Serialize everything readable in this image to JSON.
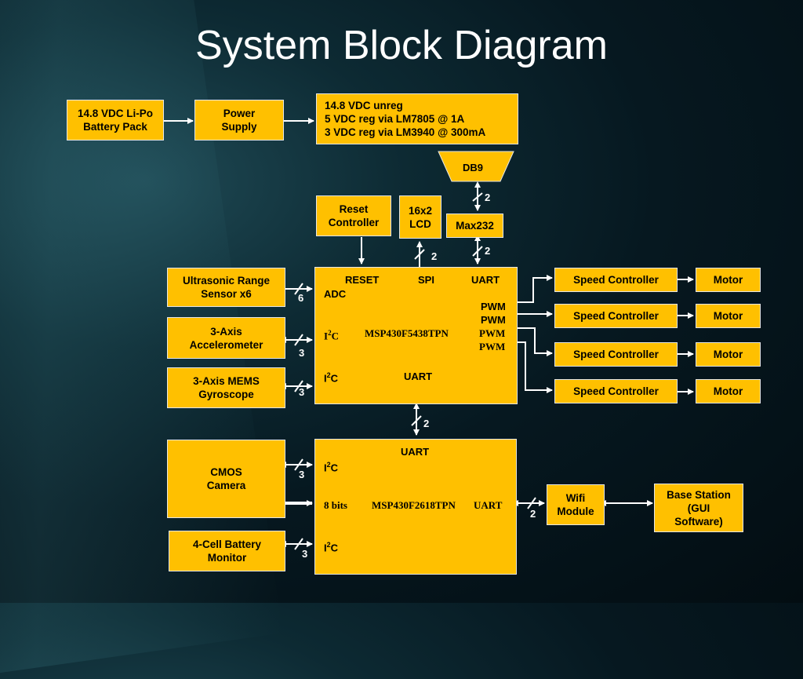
{
  "title": "System Block Diagram",
  "blocks": {
    "battery_pack": [
      "14.8 VDC Li-Po",
      "Battery Pack"
    ],
    "power_supply": [
      "Power",
      "Supply"
    ],
    "power_rails": [
      "14.8 VDC unreg",
      "5 VDC reg via LM7805 @ 1A",
      "3 VDC reg via LM3940 @ 300mA"
    ],
    "db9": "DB9",
    "reset_controller": [
      "Reset",
      "Controller"
    ],
    "lcd": [
      "16x2",
      "LCD"
    ],
    "max232": "Max232",
    "ultrasonic": [
      "Ultrasonic Range",
      "Sensor x6"
    ],
    "accelerometer": [
      "3-Axis",
      "Accelerometer"
    ],
    "gyroscope": [
      "3-Axis MEMS",
      "Gyroscope"
    ],
    "camera": [
      "CMOS",
      "Camera"
    ],
    "battery_monitor": [
      "4-Cell Battery",
      "Monitor"
    ],
    "speed_controller": "Speed Controller",
    "motor": "Motor",
    "wifi": [
      "Wifi",
      "Module"
    ],
    "base_station": [
      "Base Station",
      "(GUI",
      "Software)"
    ]
  },
  "mcu1": {
    "reset": "RESET",
    "spi": "SPI",
    "uart_top": "UART",
    "adc": "ADC",
    "pwm": [
      "PWM",
      "PWM",
      "PWM",
      "PWM"
    ],
    "i2c_1": "I",
    "i2c_1_sup": "2",
    "i2c_1_end": "C",
    "name": "MSP430F5438TPN",
    "i2c_2": "I",
    "i2c_2_sup": "2",
    "i2c_2_end": "C",
    "uart_bottom": "UART"
  },
  "mcu2": {
    "uart_top": "UART",
    "i2c_1": "I",
    "i2c_1_sup": "2",
    "i2c_1_end": "C",
    "bits": "8 bits",
    "name": "MSP430F2618TPN",
    "uart_right": "UART",
    "i2c_2": "I",
    "i2c_2_sup": "2",
    "i2c_2_end": "C"
  },
  "bus_widths": {
    "db9_max": "2",
    "max_mcu": "2",
    "lcd": "2",
    "ultrasonic": "6",
    "accel": "3",
    "gyro": "3",
    "mcu_link": "2",
    "camera": "3",
    "battery_mon": "3",
    "wifi": "2"
  },
  "colors": {
    "block": "#ffc000",
    "line": "#ffffff",
    "title": "#ffffff"
  }
}
